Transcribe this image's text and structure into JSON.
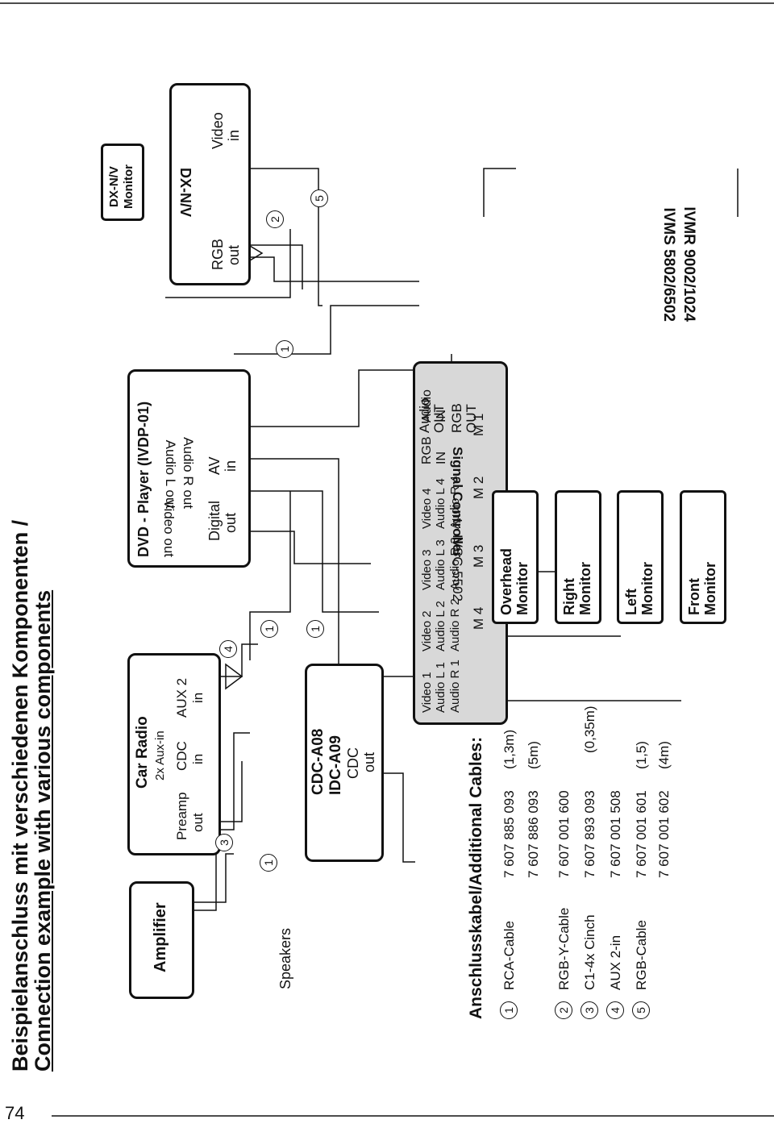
{
  "page_number": "74",
  "title_de": "Beispielanschluss mit verschiedenen Komponenten /",
  "title_en": "Connection example with various components",
  "amplifier": {
    "label": "Amplifier"
  },
  "speakers": {
    "label": "Speakers"
  },
  "car_radio": {
    "title": "Car Radio",
    "subtitle": "2x Aux-in",
    "port1_a": "Preamp",
    "port1_b": "out",
    "port2_a": "CDC",
    "port2_b": "in",
    "port3_a": "AUX 2",
    "port3_b": "in"
  },
  "cdc": {
    "line1": "CDC-A08",
    "line2": "IDC-A09",
    "line3": "CDC",
    "line4": "out"
  },
  "dvd": {
    "title": "DVD - Player (IVDP-01)",
    "digital_a": "Digital",
    "digital_b": "out",
    "av_a": "AV",
    "av_b": "in",
    "audio_l": "Audio L out",
    "audio_r": "Audio R out",
    "video": "Video out"
  },
  "dxnv_monitor": {
    "line1": "DX-N/V",
    "line2": "Monitor"
  },
  "dxnv": {
    "title": "DX-N/V",
    "rgb_a": "RGB",
    "rgb_b": "out",
    "video_a": "Video",
    "video_b": "in"
  },
  "controller": {
    "name": "IVSC-5502",
    "subtitle": "Signal Controller",
    "inputs": [
      [
        "Video 1",
        "Audio L 1",
        "Audio R 1"
      ],
      [
        "Video 2",
        "Audio L 2",
        "Audio R 2"
      ],
      [
        "Video 3",
        "Audio L 3",
        "Audio R 3"
      ],
      [
        "Video 4",
        "Audio L 4",
        "Audio R 4"
      ]
    ],
    "rgb_in_a": "RGB",
    "rgb_in_b": "IN",
    "audio_in_a": "Audio",
    "audio_in_b": "IN",
    "audio_out_a": "Audio",
    "audio_out_b": "OUT",
    "rgb_out_a": "RGB",
    "rgb_out_b": "OUT",
    "m4": "M 4",
    "m3": "M 3",
    "m2": "M 2",
    "m1": "M 1"
  },
  "monitors": [
    {
      "line1": "Overhead",
      "line2": "Monitor"
    },
    {
      "line1": "Right",
      "line2": "Monitor"
    },
    {
      "line1": "Left",
      "line2": "Monitor"
    },
    {
      "line1": "Front",
      "line2": "Monitor"
    }
  ],
  "ivms_line1": "IVMS 5802/6502",
  "ivms_line2": "IVMR 9002/1024",
  "markers": {
    "one": "1",
    "two": "2",
    "three": "3",
    "four": "4",
    "five": "5"
  },
  "legend": {
    "title": "Anschlusskabel/Additional Cables:",
    "rows": [
      {
        "num": "1",
        "name": "RCA-Cable",
        "part": "7 607 885 093",
        "len": "(1,3m)"
      },
      {
        "num": "",
        "name": "",
        "part": "7 607 886 093",
        "len": "(5m)"
      },
      {
        "num": "2",
        "name": "RGB-Y-Cable",
        "part": "7 607 001 600",
        "len": ""
      },
      {
        "num": "3",
        "name": "C1-4x Cinch",
        "part": "7 607 893 093",
        "len": "(0,35m)"
      },
      {
        "num": "4",
        "name": "AUX 2-in",
        "part": "7 607 001 508",
        "len": ""
      },
      {
        "num": "5",
        "name": "RGB-Cable",
        "part": "7 607 001 601",
        "len": "(1,5)"
      },
      {
        "num": "",
        "name": "",
        "part": "7 607 001 602",
        "len": "(4m)"
      }
    ]
  }
}
